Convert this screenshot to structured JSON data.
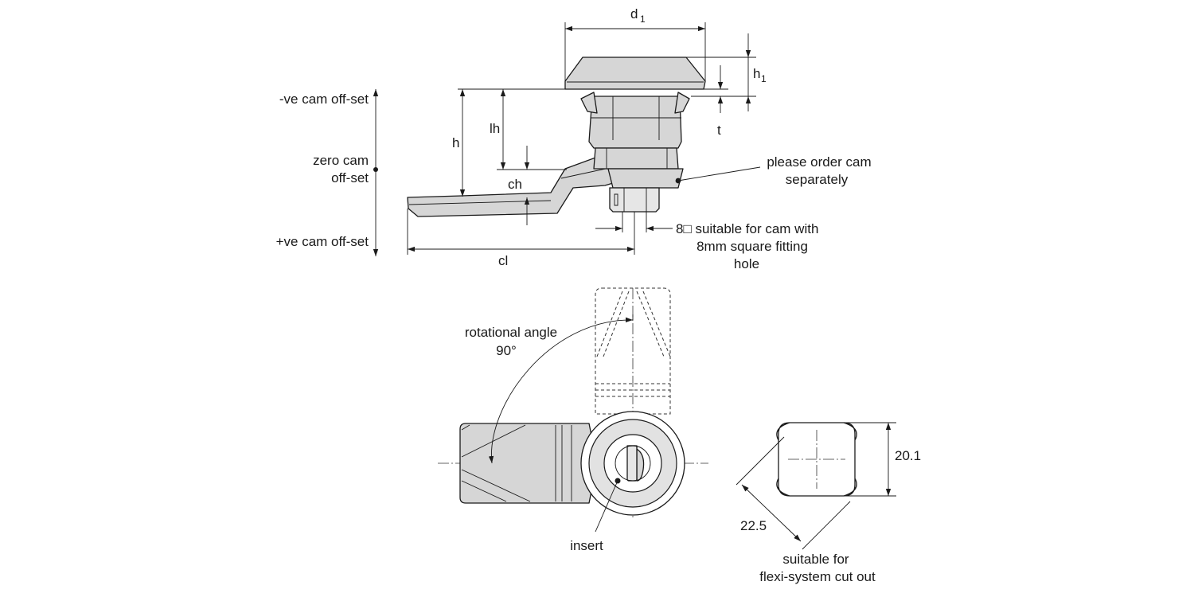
{
  "side_view": {
    "dimension_labels": {
      "d1": "d",
      "d1_sub": "1",
      "h1": "h",
      "h1_sub": "1",
      "t": "t",
      "lh": "lh",
      "h": "h",
      "ch": "ch",
      "cl": "cl"
    },
    "offset_labels": {
      "negative": "-ve cam off-set",
      "zero_line1": "zero cam",
      "zero_line2": "off-set",
      "positive": "+ve cam off-set"
    },
    "cam_note": {
      "line1": "please order cam",
      "line2": "separately"
    },
    "square_note": {
      "line1": "8□ suitable for cam with",
      "line2": "8mm square fitting",
      "line3": "hole"
    }
  },
  "front_view": {
    "rotation_label": {
      "line1": "rotational angle",
      "line2": "90°"
    },
    "insert_label": "insert"
  },
  "cutout_view": {
    "height_value": "20.1",
    "diagonal_value": "22.5",
    "caption": {
      "line1": "suitable for",
      "line2": "flexi-system cut out"
    }
  },
  "colors": {
    "line": "#1a1a1a",
    "part_fill": "#d6d6d6",
    "background": "#ffffff"
  }
}
